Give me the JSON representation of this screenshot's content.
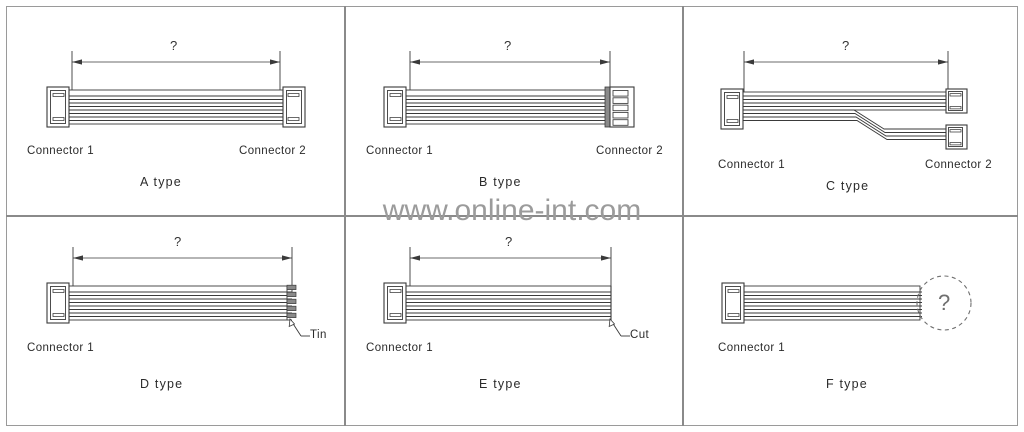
{
  "sheet": {
    "watermark": "www.online-int.com",
    "dimension_unknown": "?",
    "background_color": "#ffffff",
    "line_color": "#3a3a3a",
    "grid_color": "#8a8a8a",
    "watermark_color": "#9b9b9b"
  },
  "panels": [
    {
      "id": "a",
      "type_label": "A  type",
      "dimension_label": "?",
      "has_dimension": true,
      "connector_left": "Connector  1",
      "connector_right": "Connector  2",
      "left_connector_style": "housing",
      "right_connector_style": "housing",
      "wire_count": 5,
      "end_note": "",
      "description": "Both ends terminated with connector housings"
    },
    {
      "id": "b",
      "type_label": "B  type",
      "dimension_label": "?",
      "has_dimension": true,
      "connector_left": "Connector  1",
      "connector_right": "Connector  2",
      "left_connector_style": "housing",
      "right_connector_style": "comb",
      "wire_count": 5,
      "end_note": "",
      "description": "Housing at left, multi-cavity comb connector at right"
    },
    {
      "id": "c",
      "type_label": "C  type",
      "dimension_label": "?",
      "has_dimension": true,
      "connector_left": "Connector  1",
      "connector_right": "Connector  2",
      "left_connector_style": "housing",
      "right_connector_style": "split-housing",
      "wire_count": 5,
      "end_note": "",
      "description": "Single housing at left, wires split to two housings at right"
    },
    {
      "id": "d",
      "type_label": "D  type",
      "dimension_label": "?",
      "has_dimension": true,
      "connector_left": "Connector  1",
      "connector_right": "",
      "left_connector_style": "housing",
      "right_connector_style": "tin",
      "wire_count": 5,
      "end_note": "Tin",
      "description": "Housing at left, tinned free wire ends at right"
    },
    {
      "id": "e",
      "type_label": "E  type",
      "dimension_label": "?",
      "has_dimension": true,
      "connector_left": "Connector  1",
      "connector_right": "",
      "left_connector_style": "housing",
      "right_connector_style": "cut",
      "wire_count": 5,
      "end_note": "Cut",
      "description": "Housing at left, flat cut wire ends at right"
    },
    {
      "id": "f",
      "type_label": "F  type",
      "dimension_label": "?",
      "has_dimension": false,
      "connector_left": "Connector  1",
      "connector_right": "",
      "left_connector_style": "housing",
      "right_connector_style": "unknown-circle",
      "wire_count": 5,
      "end_note": "?",
      "description": "Housing at left, unspecified termination marked by dashed circle with question mark"
    }
  ]
}
